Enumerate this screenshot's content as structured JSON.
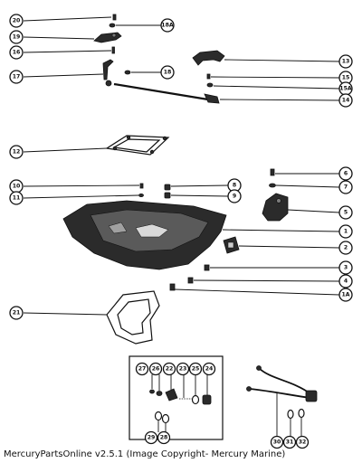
{
  "caption": "MercuryPartsOnline v2.5.1 (Image Copyright- Mercury Marine)",
  "callouts": {
    "c1": "1",
    "c2": "2",
    "c3": "3",
    "c4": "4",
    "c5": "5",
    "c6": "6",
    "c7": "7",
    "c8": "8",
    "c9": "9",
    "c10": "10",
    "c11": "11",
    "c12": "12",
    "c13": "13",
    "c14": "14",
    "c15": "15",
    "c15a": "15A",
    "c16": "16",
    "c17": "17",
    "c18": "18",
    "c18a": "18A",
    "c19": "19",
    "c20": "20",
    "c21": "21",
    "c22": "22",
    "c23": "23",
    "c24": "24",
    "c25": "25",
    "c26": "26",
    "c27": "27",
    "c28": "28",
    "c29": "29",
    "c30": "30",
    "c31": "31",
    "c32": "32",
    "c1a": "1A"
  },
  "colors": {
    "ink": "#111111",
    "metal": "#2b2b2b",
    "background": "#ffffff"
  }
}
